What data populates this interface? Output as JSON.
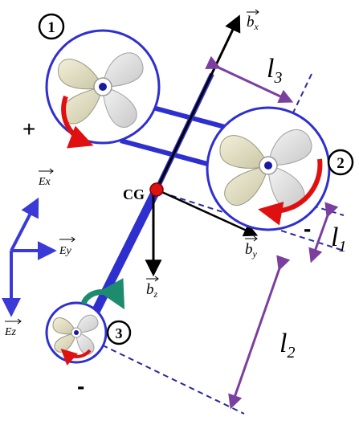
{
  "labels": {
    "rotor_1": "1",
    "rotor_2": "2",
    "rotor_3": "3",
    "cg": "CG",
    "sign_1": "+",
    "sign_2": "-",
    "sign_3": "-",
    "l1": "l",
    "l1_sub": "1",
    "l2": "l",
    "l2_sub": "2",
    "l3": "l",
    "l3_sub": "3",
    "bx": "b",
    "bx_sub": "x",
    "by": "b",
    "by_sub": "y",
    "bz": "b",
    "bz_sub": "z",
    "ex": "Ex",
    "ey": "Ey",
    "ez": "Ez"
  },
  "colors": {
    "frame_blue": "#2f2fcf",
    "dim_purple": "#7b3fa0",
    "dash_blue": "#2b2b9a",
    "rotation_red": "#e01010",
    "tilt_green": "#1e8b6e",
    "cg_red": "#dd1111",
    "vector_black": "#000000",
    "earth_blue": "#3a3ad8"
  }
}
